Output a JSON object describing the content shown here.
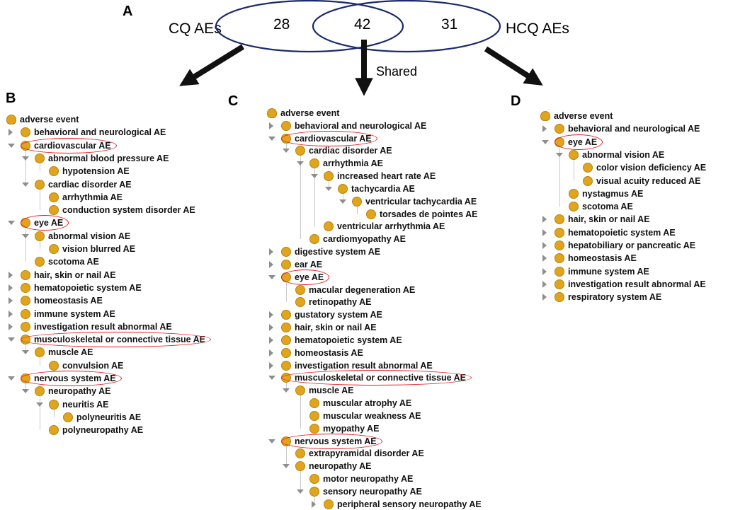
{
  "venn": {
    "panel_label": "A",
    "left_label": "CQ AEs",
    "right_label": "HCQ AEs",
    "left_only": "28",
    "shared": "42",
    "right_only": "31",
    "shared_arrow_label": "Shared"
  },
  "colors": {
    "node": "#e0a51c",
    "highlight": "#e31a1c",
    "venn": "#1a2a6c"
  },
  "trees": [
    {
      "panel_label": "B",
      "rows": [
        {
          "label": "adverse event",
          "depth": 0,
          "toggle": "none",
          "root": true
        },
        {
          "label": "behavioral and neurological AE",
          "depth": 1,
          "toggle": "collapsed"
        },
        {
          "label": "cardiovascular AE",
          "depth": 1,
          "toggle": "expanded",
          "highlight": true
        },
        {
          "label": "abnormal blood pressure AE",
          "depth": 2,
          "toggle": "expanded"
        },
        {
          "label": "hypotension AE",
          "depth": 3,
          "toggle": "none"
        },
        {
          "label": "cardiac disorder AE",
          "depth": 2,
          "toggle": "expanded"
        },
        {
          "label": "arrhythmia AE",
          "depth": 3,
          "toggle": "none"
        },
        {
          "label": "conduction system disorder AE",
          "depth": 3,
          "toggle": "none"
        },
        {
          "label": "eye AE",
          "depth": 1,
          "toggle": "expanded",
          "highlight": true
        },
        {
          "label": "abnormal vision AE",
          "depth": 2,
          "toggle": "expanded"
        },
        {
          "label": "vision blurred AE",
          "depth": 3,
          "toggle": "none"
        },
        {
          "label": "scotoma AE",
          "depth": 2,
          "toggle": "none"
        },
        {
          "label": "hair, skin or nail AE",
          "depth": 1,
          "toggle": "collapsed"
        },
        {
          "label": "hematopoietic system AE",
          "depth": 1,
          "toggle": "collapsed"
        },
        {
          "label": "homeostasis AE",
          "depth": 1,
          "toggle": "collapsed"
        },
        {
          "label": "immune system AE",
          "depth": 1,
          "toggle": "collapsed"
        },
        {
          "label": "investigation result abnormal AE",
          "depth": 1,
          "toggle": "collapsed"
        },
        {
          "label": "musculoskeletal or connective tissue AE",
          "depth": 1,
          "toggle": "expanded",
          "highlight": true
        },
        {
          "label": "muscle AE",
          "depth": 2,
          "toggle": "expanded"
        },
        {
          "label": "convulsion AE",
          "depth": 3,
          "toggle": "none"
        },
        {
          "label": "nervous system AE",
          "depth": 1,
          "toggle": "expanded",
          "highlight": true
        },
        {
          "label": "neuropathy AE",
          "depth": 2,
          "toggle": "expanded"
        },
        {
          "label": "neuritis AE",
          "depth": 3,
          "toggle": "expanded"
        },
        {
          "label": "polyneuritis AE",
          "depth": 4,
          "toggle": "none"
        },
        {
          "label": "polyneuropathy AE",
          "depth": 3,
          "toggle": "none"
        }
      ]
    },
    {
      "panel_label": "C",
      "rows": [
        {
          "label": "adverse event",
          "depth": 0,
          "toggle": "none",
          "root": true
        },
        {
          "label": "behavioral and neurological AE",
          "depth": 1,
          "toggle": "collapsed"
        },
        {
          "label": "cardiovascular AE",
          "depth": 1,
          "toggle": "expanded",
          "highlight": true
        },
        {
          "label": "cardiac disorder AE",
          "depth": 2,
          "toggle": "expanded"
        },
        {
          "label": "arrhythmia AE",
          "depth": 3,
          "toggle": "expanded"
        },
        {
          "label": "increased heart rate AE",
          "depth": 4,
          "toggle": "expanded"
        },
        {
          "label": "tachycardia AE",
          "depth": 5,
          "toggle": "expanded"
        },
        {
          "label": "ventricular tachycardia AE",
          "depth": 6,
          "toggle": "expanded"
        },
        {
          "label": "torsades de pointes AE",
          "depth": 7,
          "toggle": "none"
        },
        {
          "label": "ventricular arrhythmia AE",
          "depth": 4,
          "toggle": "none"
        },
        {
          "label": "cardiomyopathy AE",
          "depth": 3,
          "toggle": "none"
        },
        {
          "label": "digestive system AE",
          "depth": 1,
          "toggle": "collapsed"
        },
        {
          "label": "ear  AE",
          "depth": 1,
          "toggle": "collapsed"
        },
        {
          "label": "eye AE",
          "depth": 1,
          "toggle": "expanded",
          "highlight": true
        },
        {
          "label": "macular degeneration AE",
          "depth": 2,
          "toggle": "none"
        },
        {
          "label": "retinopathy AE",
          "depth": 2,
          "toggle": "none"
        },
        {
          "label": "gustatory system AE",
          "depth": 1,
          "toggle": "collapsed"
        },
        {
          "label": "hair, skin or nail AE",
          "depth": 1,
          "toggle": "collapsed"
        },
        {
          "label": "hematopoietic system AE",
          "depth": 1,
          "toggle": "collapsed"
        },
        {
          "label": "homeostasis AE",
          "depth": 1,
          "toggle": "collapsed"
        },
        {
          "label": "investigation result abnormal AE",
          "depth": 1,
          "toggle": "collapsed"
        },
        {
          "label": "musculoskeletal or connective tissue AE",
          "depth": 1,
          "toggle": "expanded",
          "highlight": true
        },
        {
          "label": "muscle AE",
          "depth": 2,
          "toggle": "expanded"
        },
        {
          "label": "muscular atrophy AE",
          "depth": 3,
          "toggle": "none"
        },
        {
          "label": "muscular weakness AE",
          "depth": 3,
          "toggle": "none"
        },
        {
          "label": "myopathy AE",
          "depth": 3,
          "toggle": "none"
        },
        {
          "label": "nervous system AE",
          "depth": 1,
          "toggle": "expanded",
          "highlight": true
        },
        {
          "label": "extrapyramidal disorder AE",
          "depth": 2,
          "toggle": "none"
        },
        {
          "label": "neuropathy AE",
          "depth": 2,
          "toggle": "expanded"
        },
        {
          "label": "motor neuropathy AE",
          "depth": 3,
          "toggle": "none"
        },
        {
          "label": "sensory neuropathy AE",
          "depth": 3,
          "toggle": "expanded"
        },
        {
          "label": "peripheral sensory neuropathy AE",
          "depth": 4,
          "toggle": "collapsed"
        }
      ]
    },
    {
      "panel_label": "D",
      "rows": [
        {
          "label": "adverse event",
          "depth": 0,
          "toggle": "none",
          "root": true
        },
        {
          "label": "behavioral and neurological AE",
          "depth": 1,
          "toggle": "collapsed"
        },
        {
          "label": "eye AE",
          "depth": 1,
          "toggle": "expanded",
          "highlight": true
        },
        {
          "label": "abnormal vision AE",
          "depth": 2,
          "toggle": "expanded"
        },
        {
          "label": "color vision deficiency AE",
          "depth": 3,
          "toggle": "none"
        },
        {
          "label": "visual acuity reduced AE",
          "depth": 3,
          "toggle": "none"
        },
        {
          "label": "nystagmus AE",
          "depth": 2,
          "toggle": "none"
        },
        {
          "label": "scotoma AE",
          "depth": 2,
          "toggle": "none"
        },
        {
          "label": "hair, skin or nail AE",
          "depth": 1,
          "toggle": "collapsed"
        },
        {
          "label": "hematopoietic system AE",
          "depth": 1,
          "toggle": "collapsed"
        },
        {
          "label": "hepatobiliary or pancreatic AE",
          "depth": 1,
          "toggle": "collapsed"
        },
        {
          "label": "homeostasis AE",
          "depth": 1,
          "toggle": "collapsed"
        },
        {
          "label": "immune system AE",
          "depth": 1,
          "toggle": "collapsed"
        },
        {
          "label": "investigation result abnormal AE",
          "depth": 1,
          "toggle": "collapsed"
        },
        {
          "label": "respiratory system AE",
          "depth": 1,
          "toggle": "collapsed"
        }
      ]
    }
  ]
}
